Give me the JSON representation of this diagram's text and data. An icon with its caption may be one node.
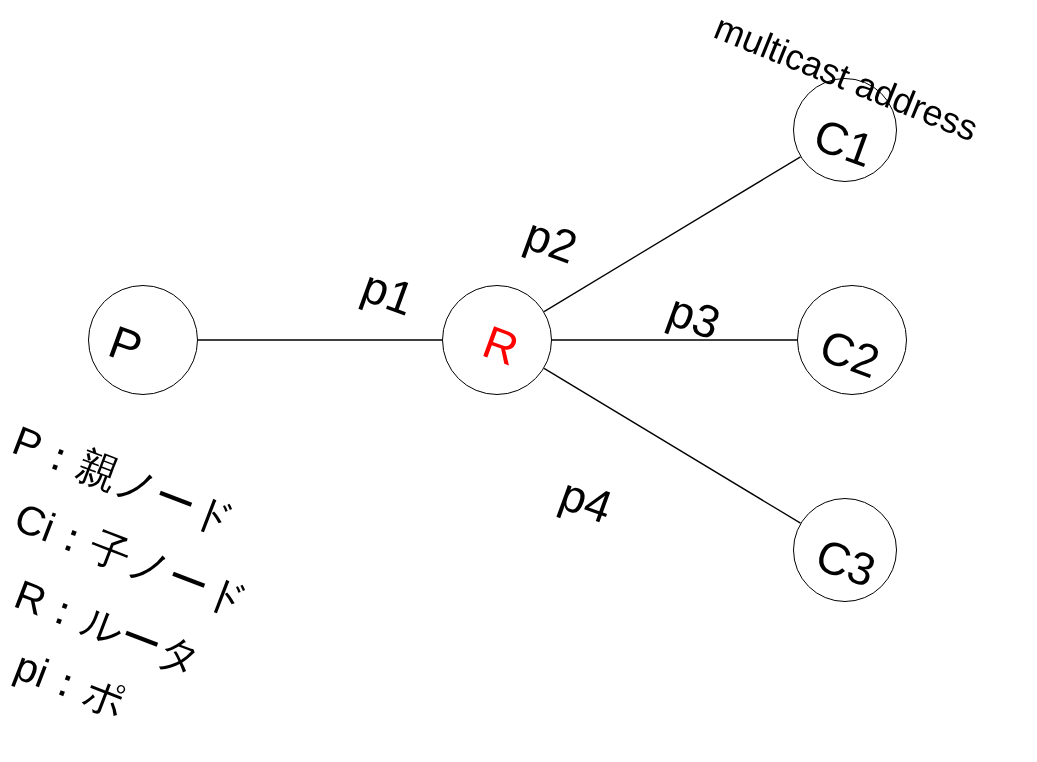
{
  "diagram": {
    "nodes": [
      {
        "text": [
          "P"
        ]
      },
      {
        "text": [
          "R"
        ]
      },
      {
        "text": [
          "multicast address",
          "C1"
        ]
      },
      {
        "text": [
          "C2"
        ]
      },
      {
        "text": [
          "C3"
        ]
      }
    ],
    "edges": [
      {
        "from": 0,
        "to": 1,
        "arrow": "none",
        "label": "p1"
      },
      {
        "from": 1,
        "to": 2,
        "arrow": "none",
        "label": "p2"
      },
      {
        "from": 1,
        "to": 3,
        "arrow": "none",
        "label": "p3"
      },
      {
        "from": 1,
        "to": 4,
        "arrow": "none",
        "label": "p4"
      }
    ],
    "labels": [
      "P：親ノード",
      "Ci：子ノード",
      "R：ルータ",
      "pi：ポ"
    ]
  }
}
